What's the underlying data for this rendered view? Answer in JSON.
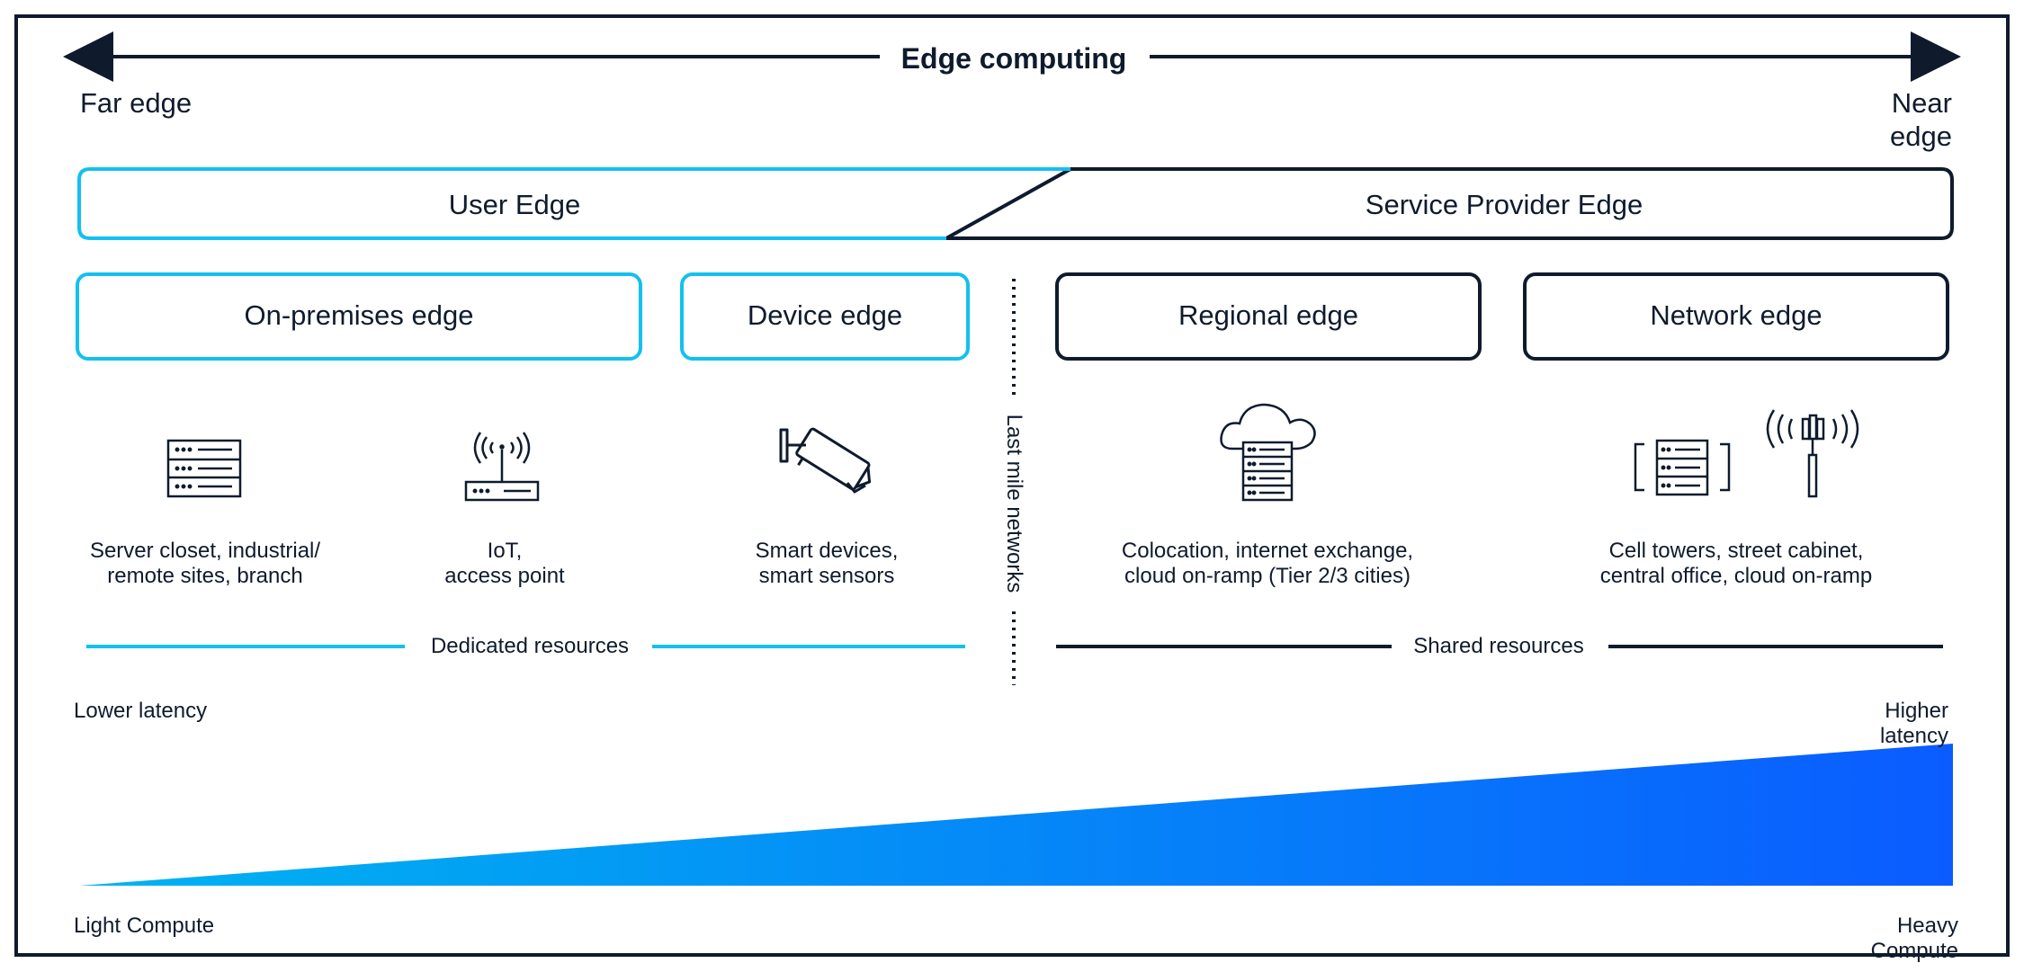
{
  "header": {
    "title": "Edge computing",
    "left_label": "Far edge",
    "right_label": "Near edge"
  },
  "edges": {
    "user_edge": "User Edge",
    "service_provider_edge": "Service Provider Edge"
  },
  "categories": {
    "on_premises": "On-premises edge",
    "device": "Device edge",
    "regional": "Regional edge",
    "network": "Network edge"
  },
  "divider_label": "Last mile networks",
  "items": {
    "server_closet": "Server closet, industrial/\nremote sites, branch",
    "iot": "IoT,\naccess point",
    "smart_devices": "Smart devices,\nsmart sensors",
    "colocation": "Colocation, internet exchange,\ncloud on-ramp (Tier 2/3 cities)",
    "cell_towers": "Cell towers, street cabinet,\ncentral office, cloud on-ramp"
  },
  "resources": {
    "dedicated": "Dedicated resources",
    "shared": "Shared resources"
  },
  "scale": {
    "lower_latency": "Lower latency",
    "higher_latency": "Higher latency",
    "light_compute": "Light Compute",
    "heavy_compute": "Heavy Compute"
  },
  "icons": [
    "server-rack-icon",
    "wifi-router-icon",
    "security-camera-icon",
    "cloud-server-icon",
    "server-bracket-icon",
    "cell-tower-icon"
  ],
  "colors": {
    "dark": "#0f1b2d",
    "cyan": "#13c0ef",
    "gradient_start": "#00b4f0",
    "gradient_end": "#0a5cff"
  }
}
